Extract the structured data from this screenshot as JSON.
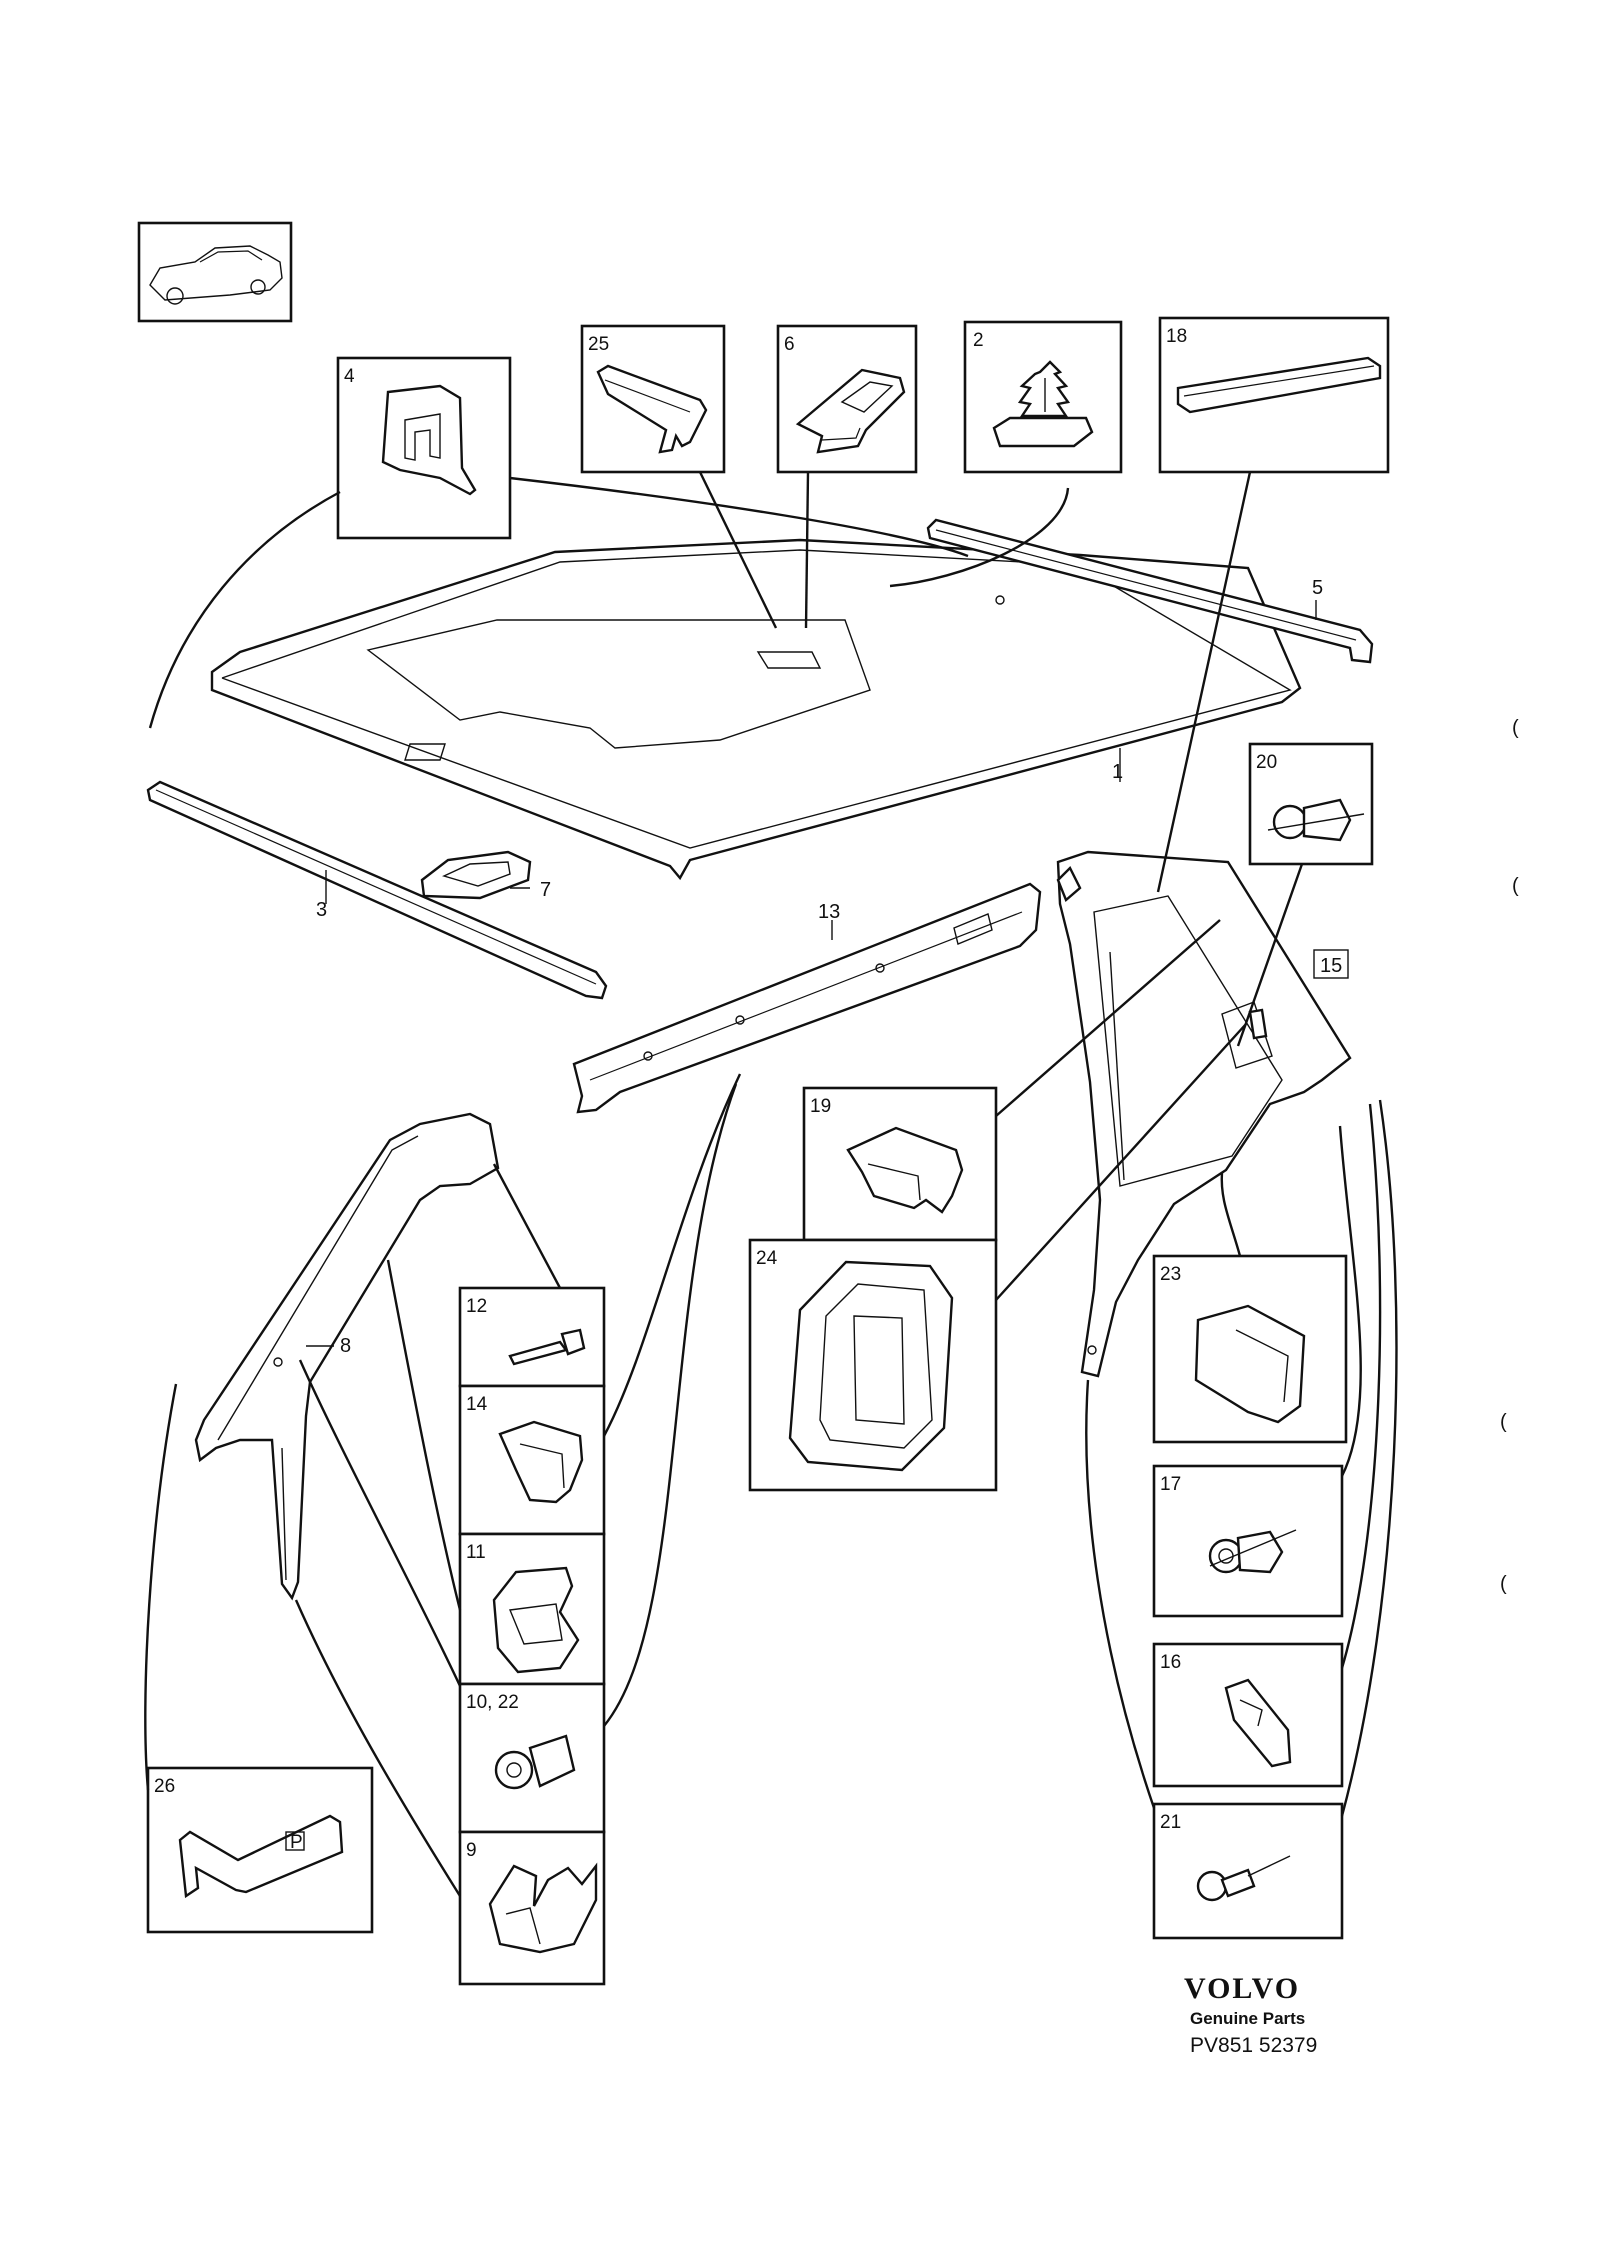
{
  "callouts": {
    "c1": "1",
    "c2": "2",
    "c3": "3",
    "c4": "4",
    "c5": "5",
    "c6": "6",
    "c7": "7",
    "c8": "8",
    "c9": "9",
    "c10_22": "10, 22",
    "c11": "11",
    "c12": "12",
    "c13": "13",
    "c14": "14",
    "c15": "15",
    "c16": "16",
    "c17": "17",
    "c18": "18",
    "c19": "19",
    "c20": "20",
    "c21": "21",
    "c23": "23",
    "c24": "24",
    "c25": "25",
    "c26": "26"
  },
  "margin_marks": [
    "(",
    "(",
    "(",
    "("
  ],
  "brand": {
    "logo": "VOLVO",
    "subtitle": "Genuine Parts",
    "code": "PV851 52379"
  }
}
